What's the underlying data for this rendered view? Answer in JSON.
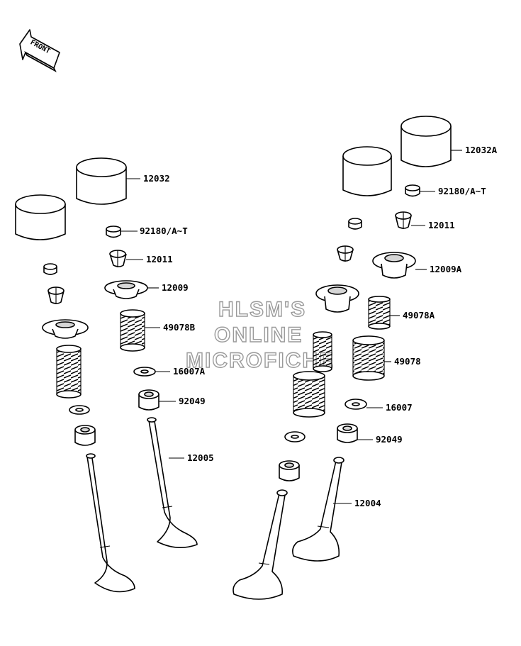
{
  "front_arrow": {
    "label": "FRONT",
    "icon": "front-arrow-icon"
  },
  "watermark": {
    "lines": [
      "HLSM'S",
      "ONLINE",
      "MICROFICHE"
    ]
  },
  "labels": {
    "l12032": "12032",
    "l12032A": "12032A",
    "l92180_left": "92180/A~T",
    "l92180_right": "92180/A~T",
    "l12011_left": "12011",
    "l12011_right": "12011",
    "l12009": "12009",
    "l12009A": "12009A",
    "l49078B": "49078B",
    "l49078A": "49078A",
    "l49078": "49078",
    "l16007A": "16007A",
    "l16007": "16007",
    "l92049_left": "92049",
    "l92049_right": "92049",
    "l12005": "12005",
    "l12004": "12004"
  }
}
